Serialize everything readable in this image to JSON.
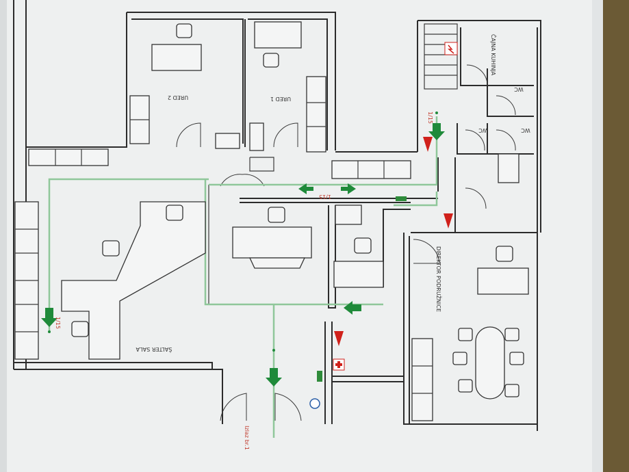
{
  "colors": {
    "route": "#8fc79a",
    "arrow": "#1f8a3a",
    "warning": "#d0211b",
    "wall": "#2b2b2b",
    "paper": "#eef0f0",
    "wood": "#6b5a35"
  },
  "rooms": {
    "ured2": "URED 2",
    "ured1": "URED 1",
    "cajna_kuhinja": "ČAJNA KUHINJA",
    "wc_a": "WC",
    "wc_b": "WC",
    "wc_c": "WC",
    "direktor": "DIREKTOR PODRUŽNICE",
    "salter": "ŠALTER SALA"
  },
  "markers": {
    "m1": "1/15",
    "m2": "1/15",
    "m3": "1/15",
    "exit": "Izlaz br.1"
  },
  "icons": [
    "fire-extinguisher-icon",
    "first-aid-icon",
    "electrical-panel-icon",
    "emergency-exit-arrow-icon"
  ]
}
